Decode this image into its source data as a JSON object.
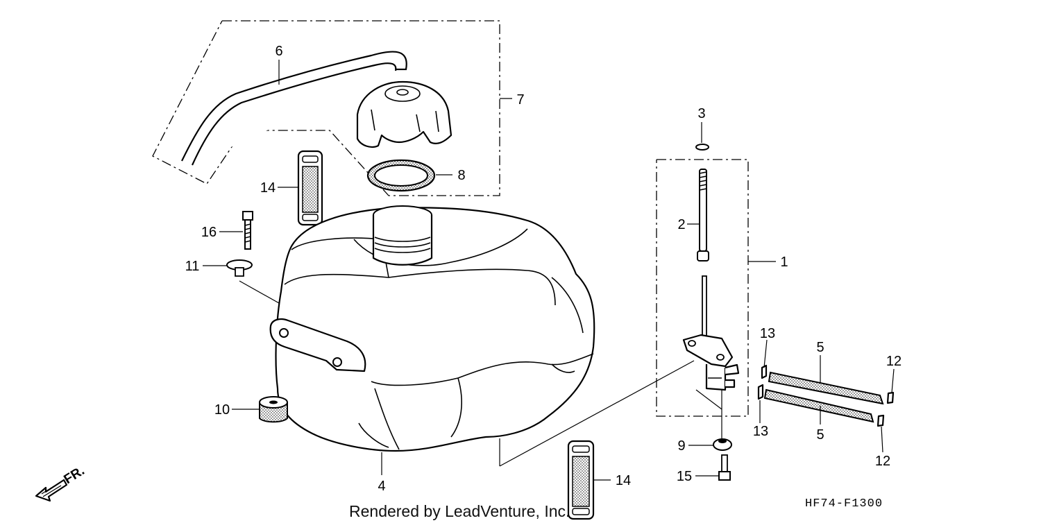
{
  "callouts": {
    "c1": "1",
    "c2": "2",
    "c3": "3",
    "c4": "4",
    "c5a": "5",
    "c5b": "5",
    "c6": "6",
    "c7": "7",
    "c8": "8",
    "c9": "9",
    "c10": "10",
    "c11": "11",
    "c12a": "12",
    "c12b": "12",
    "c13a": "13",
    "c13b": "13",
    "c14a": "14",
    "c14b": "14",
    "c15": "15",
    "c16": "16"
  },
  "front_indicator": "FR.",
  "footer": "Rendered by LeadVenture, Inc.",
  "diagram_code": "HF74-F1300"
}
